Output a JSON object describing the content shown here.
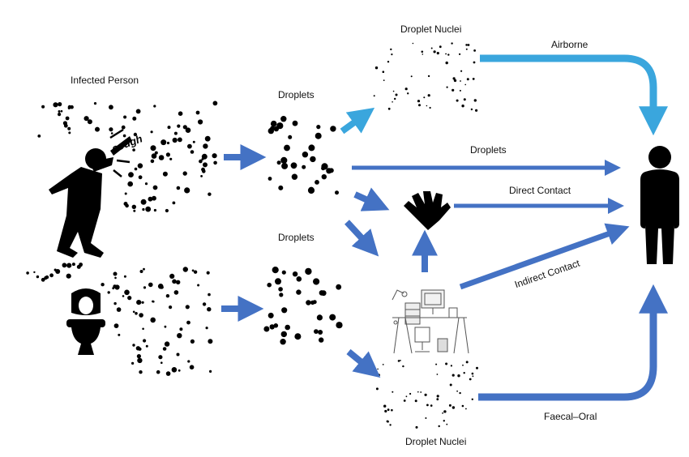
{
  "labels": {
    "infected_person": "Infected Person",
    "cough": "cough",
    "droplets_top": "Droplets",
    "droplets_bottom": "Droplets",
    "droplet_nuclei_top": "Droplet Nuclei",
    "droplet_nuclei_bottom": "Droplet Nuclei",
    "airborne": "Airborne",
    "droplets_route": "Droplets",
    "direct_contact": "Direct Contact",
    "indirect_contact": "Indirect Contact",
    "faecal_oral": "Faecal–Oral"
  },
  "colors": {
    "arrow_dark": "#4472c4",
    "arrow_light": "#3aa6dd",
    "ink": "#000000"
  },
  "icons": [
    "coughing-person-icon",
    "toilet-icon",
    "hand-icon",
    "workspace-desk-icon",
    "person-icon"
  ]
}
